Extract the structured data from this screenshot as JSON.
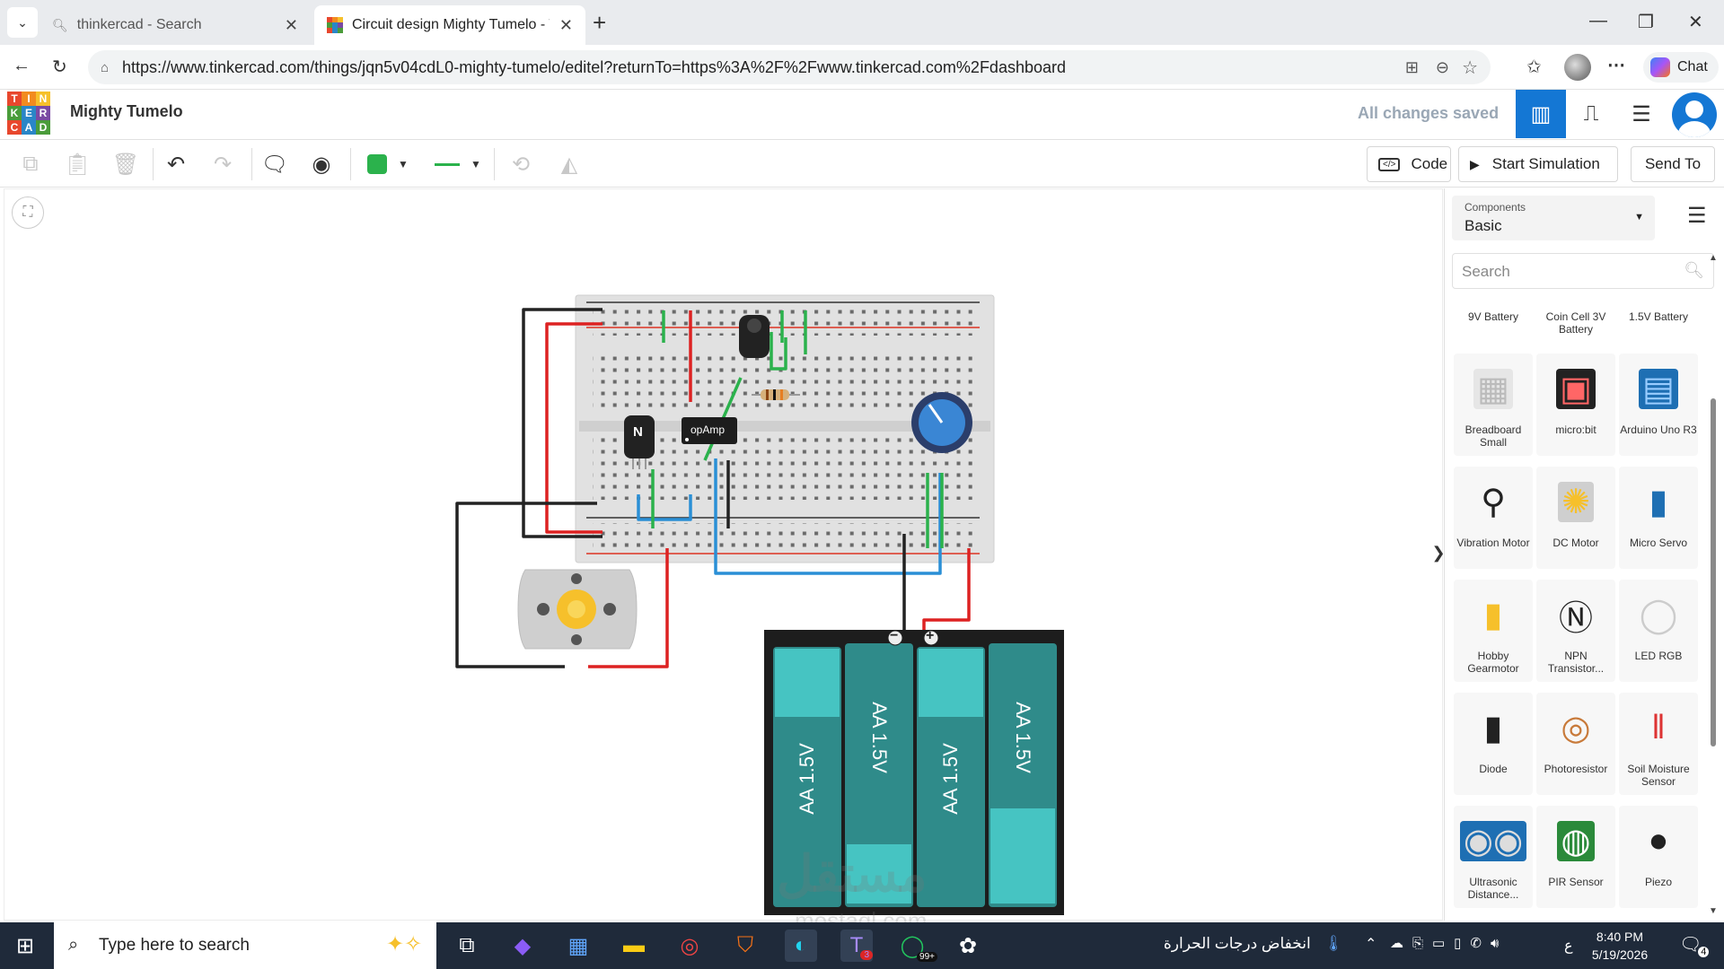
{
  "browser": {
    "tabs": [
      {
        "label": "thinkercad - Search",
        "icon": "search-icon"
      },
      {
        "label": "Circuit design Mighty Tumelo - Tin",
        "icon": "tinkercad-favicon"
      }
    ],
    "new_tab": "+",
    "url": "https://www.tinkercad.com/things/jqn5v04cdL0-mighty-tumelo/editel?returnTo=https%3A%2F%2Fwww.tinkercad.com%2Fdashboard",
    "chat_label": "Chat"
  },
  "app": {
    "logo_letters": [
      "T",
      "I",
      "N",
      "K",
      "E",
      "R",
      "C",
      "A",
      "D"
    ],
    "logo_colors": [
      "#e8472d",
      "#f28b1f",
      "#f6c02b",
      "#4a9c3a",
      "#2a86c7",
      "#7a4aa3",
      "#e8472d",
      "#2a86c7",
      "#4a9c3a"
    ],
    "title": "Mighty Tumelo",
    "save_status": "All changes saved",
    "accent": "#1477d4"
  },
  "toolbar": {
    "code_label": "Code",
    "start_sim_label": "Start Simulation",
    "send_to_label": "Send To",
    "color_swatch": "#2bb24c"
  },
  "panel": {
    "components_caption": "Components",
    "components_value": "Basic",
    "search_placeholder": "Search",
    "top_partial": [
      "9V Battery",
      "Coin Cell 3V Battery",
      "1.5V Battery"
    ],
    "items": [
      {
        "label": "Breadboard Small"
      },
      {
        "label": "micro:bit"
      },
      {
        "label": "Arduino Uno R3"
      },
      {
        "label": "Vibration Motor"
      },
      {
        "label": "DC Motor"
      },
      {
        "label": "Micro Servo"
      },
      {
        "label": "Hobby Gearmotor"
      },
      {
        "label": "NPN Transistor..."
      },
      {
        "label": "LED RGB"
      },
      {
        "label": "Diode"
      },
      {
        "label": "Photoresistor"
      },
      {
        "label": "Soil Moisture Sensor"
      },
      {
        "label": "Ultrasonic Distance..."
      },
      {
        "label": "PIR Sensor"
      },
      {
        "label": "Piezo"
      }
    ],
    "collapse_glyph": "❯"
  },
  "circuit": {
    "npn_label": "N",
    "opamp_label": "opAmp",
    "battery_labels": [
      "AA 1.5V",
      "AA 1.5V",
      "AA 1.5V",
      "AA 1.5V"
    ],
    "minus": "−",
    "plus": "+",
    "watermark": "مستقل",
    "watermark_sub": "mostaql.com"
  },
  "taskbar": {
    "search_placeholder": "Type here to search",
    "weather_text": "انخفاض درجات الحرارة",
    "badge_teams": "3",
    "badge_whatsapp": "99+",
    "lang": "ع",
    "time": "8:40 PM",
    "date": "5/19/2026",
    "notif_count": "4"
  }
}
